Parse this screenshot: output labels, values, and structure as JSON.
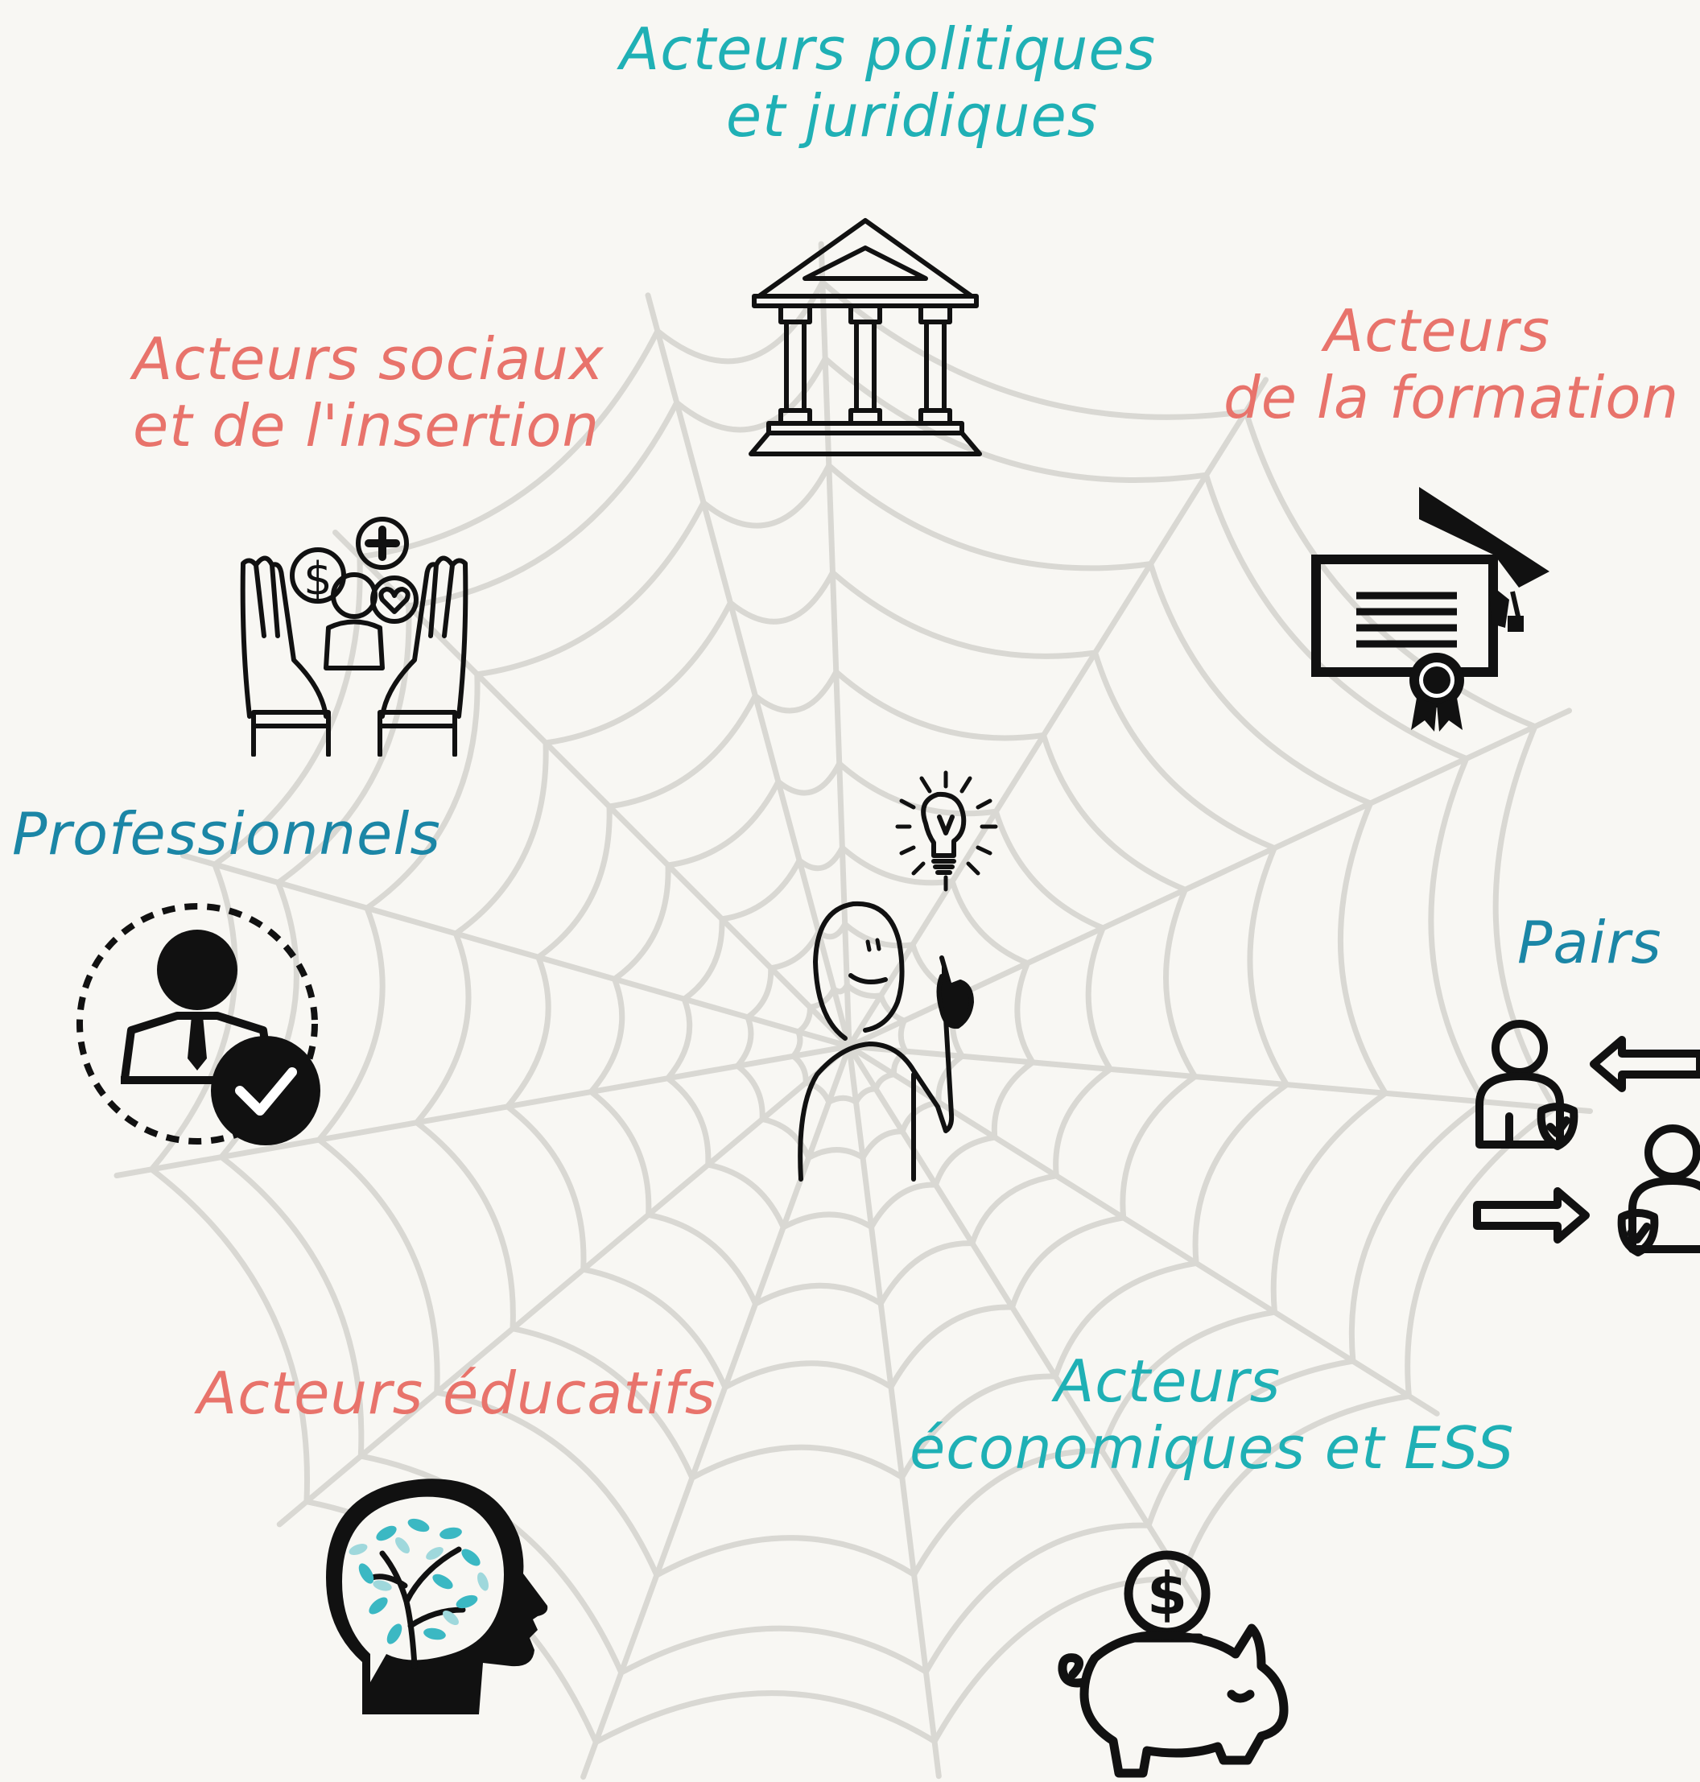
{
  "colors": {
    "teal": "#1fb0b5",
    "coral": "#e8736b",
    "blue": "#1b86a6",
    "web": "#d9d8d3",
    "ink": "#111111",
    "background": "#f8f7f3"
  },
  "center": {
    "icon": "person-with-lightbulb-icon"
  },
  "nodes": [
    {
      "id": "politiques",
      "lines": [
        "Acteurs  politiques",
        "et juridiques"
      ],
      "color": "teal",
      "icon": "courthouse-icon"
    },
    {
      "id": "formation",
      "lines": [
        "Acteurs",
        "de la formation"
      ],
      "color": "coral",
      "icon": "diploma-graduation-cap-icon"
    },
    {
      "id": "pairs",
      "lines": [
        "Pairs"
      ],
      "color": "blue",
      "icon": "peer-exchange-icon"
    },
    {
      "id": "economiques",
      "lines": [
        "Acteurs",
        "économiques et ESS"
      ],
      "color": "teal",
      "icon": "piggy-bank-icon"
    },
    {
      "id": "educatifs",
      "lines": [
        "Acteurs  éducatifs"
      ],
      "color": "coral",
      "icon": "head-tree-icon"
    },
    {
      "id": "professionnels",
      "lines": [
        "Professionnels"
      ],
      "color": "blue",
      "icon": "professional-check-icon"
    },
    {
      "id": "sociaux",
      "lines": [
        "Acteurs sociaux",
        "et de l'insertion"
      ],
      "color": "coral",
      "icon": "caring-hands-icon"
    }
  ]
}
